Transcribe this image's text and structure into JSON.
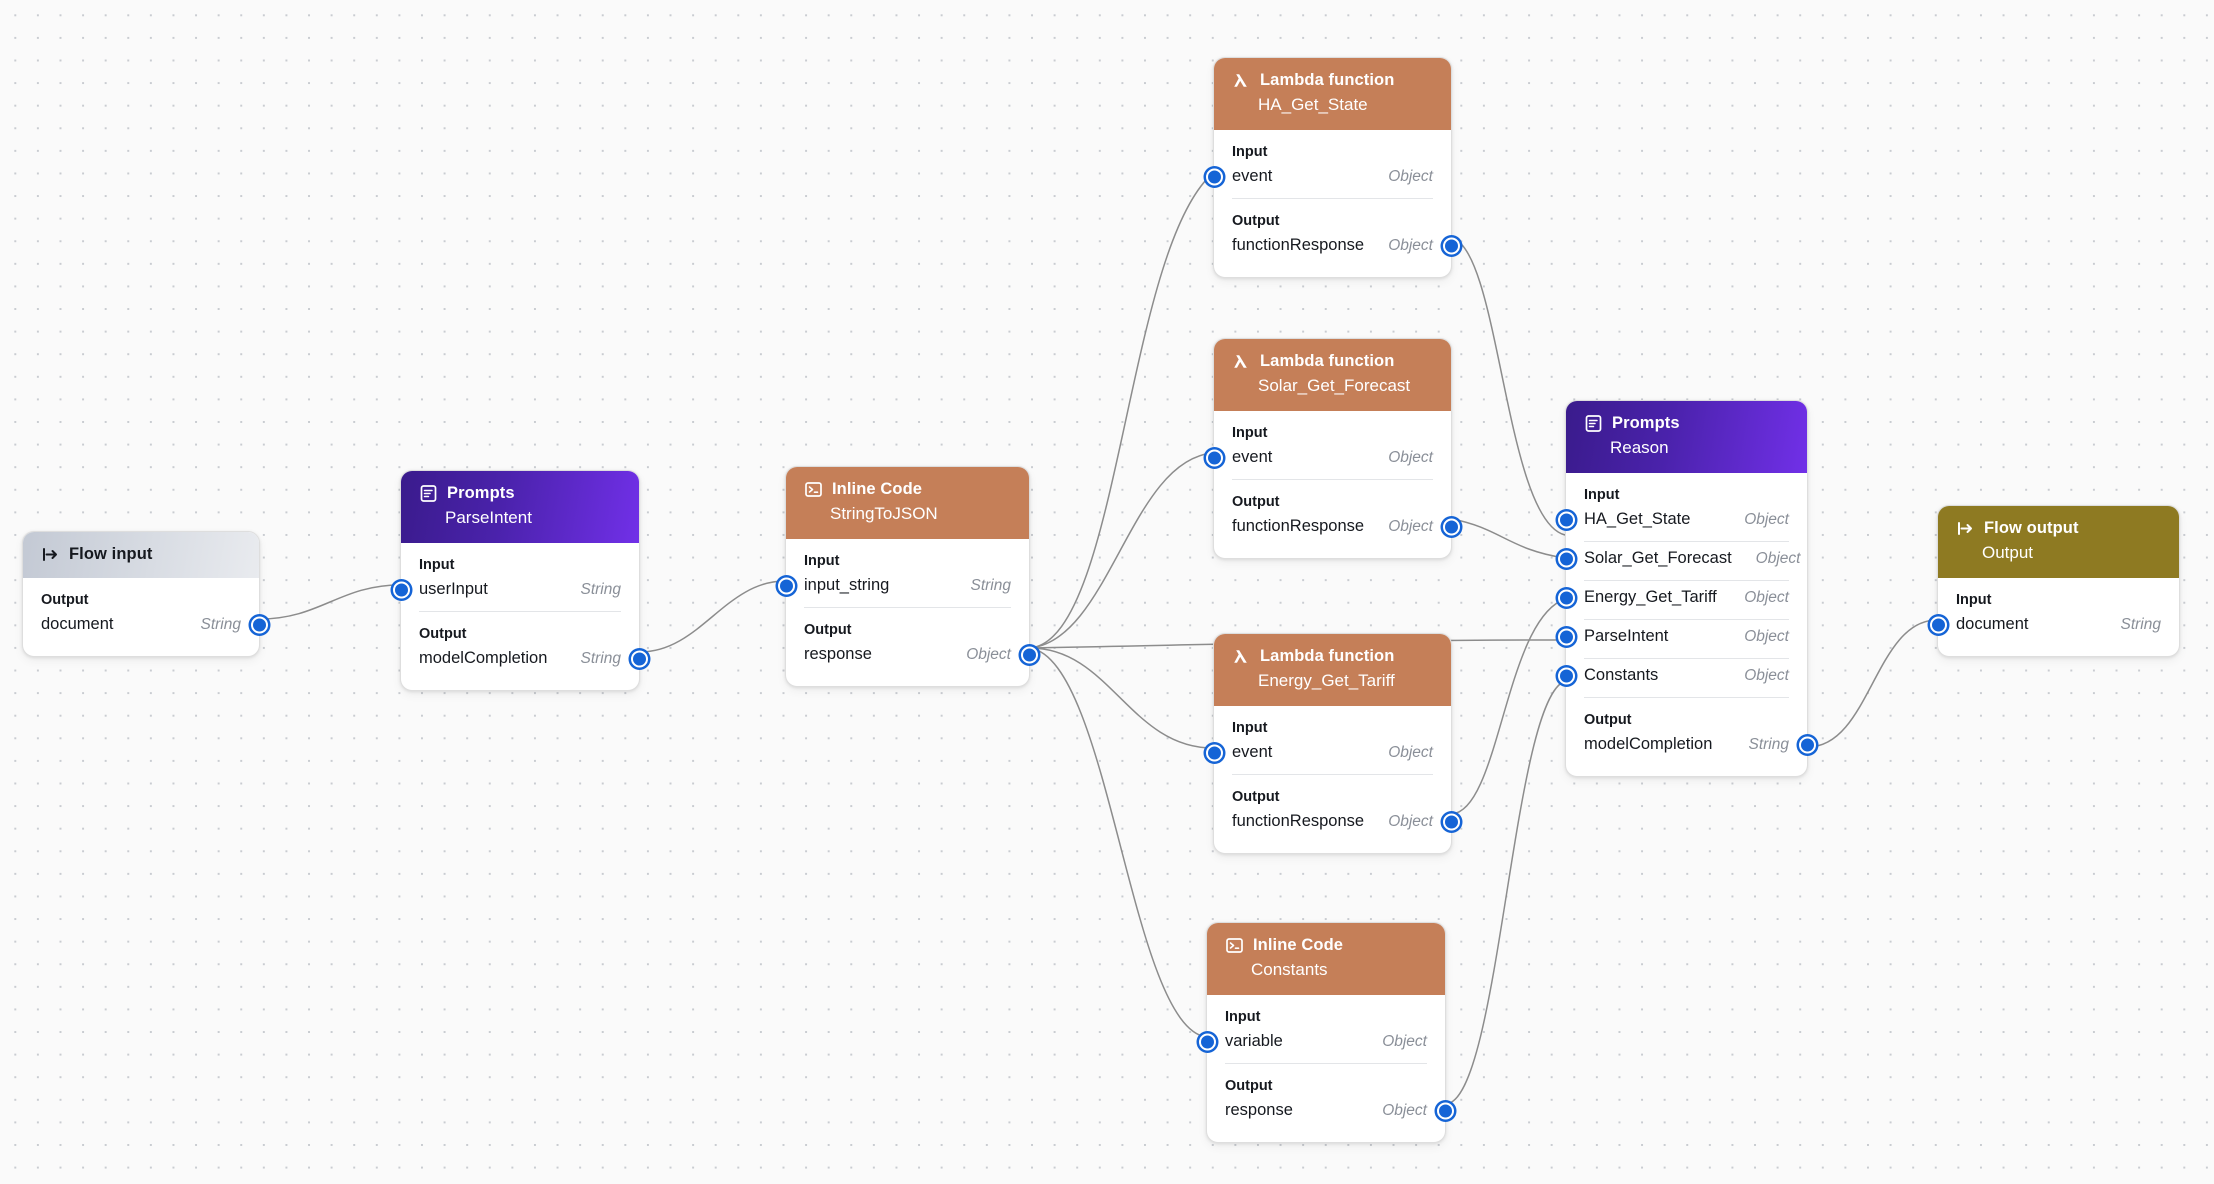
{
  "canvas": {
    "background_color": "#fafafa",
    "grid_dot_color": "#c9ccd1",
    "edge_color": "#8c8c8c",
    "port_color": "#1564d6"
  },
  "labels": {
    "input_section": "Input",
    "output_section": "Output"
  },
  "types": {
    "string": "String",
    "object": "Object"
  },
  "nodes": [
    {
      "id": "flow-input",
      "kind": "flow-input",
      "header_color": "#d8dce3",
      "type_label": "Flow input",
      "name_label": "",
      "icon": "flow-arrow-icon",
      "inputs": [],
      "outputs": [
        {
          "name": "document",
          "type": "String"
        }
      ]
    },
    {
      "id": "parse-intent",
      "kind": "prompts",
      "header_color": "#4a22ab",
      "type_label": "Prompts",
      "name_label": "ParseIntent",
      "icon": "document-text-icon",
      "inputs": [
        {
          "name": "userInput",
          "type": "String"
        }
      ],
      "outputs": [
        {
          "name": "modelCompletion",
          "type": "String"
        }
      ]
    },
    {
      "id": "string-to-json",
      "kind": "inline-code",
      "header_color": "#c57f58",
      "type_label": "Inline Code",
      "name_label": "StringToJSON",
      "icon": "terminal-icon",
      "inputs": [
        {
          "name": "input_string",
          "type": "String"
        }
      ],
      "outputs": [
        {
          "name": "response",
          "type": "Object"
        }
      ]
    },
    {
      "id": "ha-get-state",
      "kind": "lambda",
      "header_color": "#c57f58",
      "type_label": "Lambda function",
      "name_label": "HA_Get_State",
      "icon": "lambda-icon",
      "inputs": [
        {
          "name": "event",
          "type": "Object"
        }
      ],
      "outputs": [
        {
          "name": "functionResponse",
          "type": "Object"
        }
      ]
    },
    {
      "id": "solar-get-forecast",
      "kind": "lambda",
      "header_color": "#c57f58",
      "type_label": "Lambda function",
      "name_label": "Solar_Get_Forecast",
      "icon": "lambda-icon",
      "inputs": [
        {
          "name": "event",
          "type": "Object"
        }
      ],
      "outputs": [
        {
          "name": "functionResponse",
          "type": "Object"
        }
      ]
    },
    {
      "id": "energy-get-tariff",
      "kind": "lambda",
      "header_color": "#c57f58",
      "type_label": "Lambda function",
      "name_label": "Energy_Get_Tariff",
      "icon": "lambda-icon",
      "inputs": [
        {
          "name": "event",
          "type": "Object"
        }
      ],
      "outputs": [
        {
          "name": "functionResponse",
          "type": "Object"
        }
      ]
    },
    {
      "id": "constants",
      "kind": "inline-code",
      "header_color": "#c57f58",
      "type_label": "Inline Code",
      "name_label": "Constants",
      "icon": "terminal-icon",
      "inputs": [
        {
          "name": "variable",
          "type": "Object"
        }
      ],
      "outputs": [
        {
          "name": "response",
          "type": "Object"
        }
      ]
    },
    {
      "id": "reason",
      "kind": "prompts",
      "header_color": "#4a22ab",
      "type_label": "Prompts",
      "name_label": "Reason",
      "icon": "document-text-icon",
      "inputs": [
        {
          "name": "HA_Get_State",
          "type": "Object"
        },
        {
          "name": "Solar_Get_Forecast",
          "type": "Object"
        },
        {
          "name": "Energy_Get_Tariff",
          "type": "Object"
        },
        {
          "name": "ParseIntent",
          "type": "Object"
        },
        {
          "name": "Constants",
          "type": "Object"
        }
      ],
      "outputs": [
        {
          "name": "modelCompletion",
          "type": "String"
        }
      ]
    },
    {
      "id": "flow-output",
      "kind": "flow-output",
      "header_color": "#8e7a22",
      "type_label": "Flow output",
      "name_label": "Output",
      "icon": "flow-arrow-icon",
      "inputs": [
        {
          "name": "document",
          "type": "String"
        }
      ],
      "outputs": []
    }
  ],
  "connections": [
    {
      "from": "flow-input.document",
      "to": "parse-intent.userInput"
    },
    {
      "from": "parse-intent.modelCompletion",
      "to": "string-to-json.input_string"
    },
    {
      "from": "string-to-json.response",
      "to": "ha-get-state.event"
    },
    {
      "from": "string-to-json.response",
      "to": "solar-get-forecast.event"
    },
    {
      "from": "string-to-json.response",
      "to": "energy-get-tariff.event"
    },
    {
      "from": "string-to-json.response",
      "to": "constants.variable"
    },
    {
      "from": "string-to-json.response",
      "to": "reason.ParseIntent"
    },
    {
      "from": "ha-get-state.functionResponse",
      "to": "reason.HA_Get_State"
    },
    {
      "from": "solar-get-forecast.functionResponse",
      "to": "reason.Solar_Get_Forecast"
    },
    {
      "from": "energy-get-tariff.functionResponse",
      "to": "reason.Energy_Get_Tariff"
    },
    {
      "from": "constants.response",
      "to": "reason.Constants"
    },
    {
      "from": "reason.modelCompletion",
      "to": "flow-output.document"
    }
  ]
}
